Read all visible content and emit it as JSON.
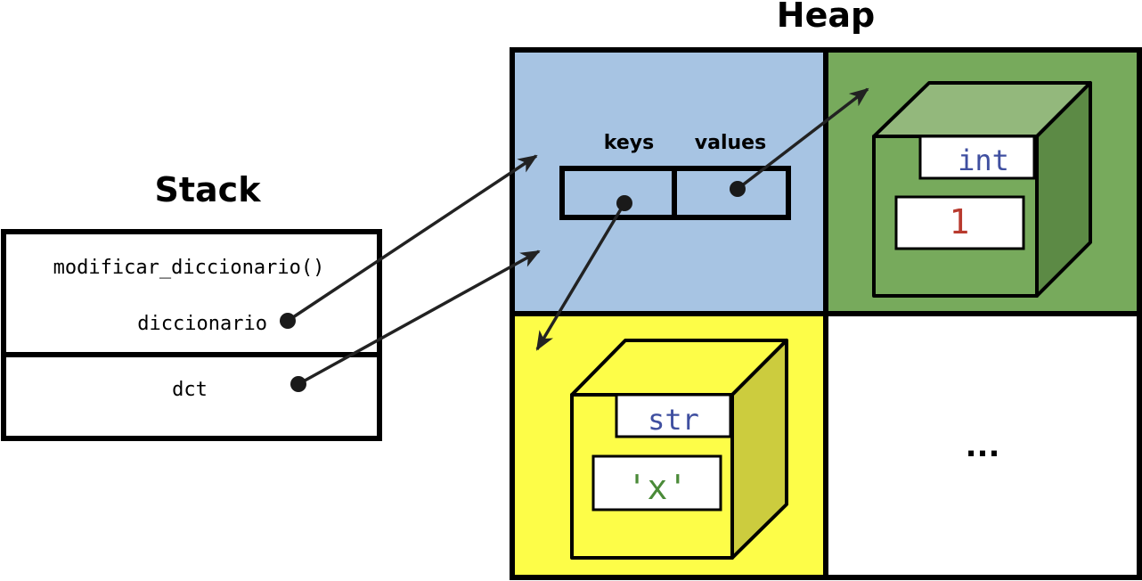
{
  "stack": {
    "title": "Stack",
    "frame_function": "modificar_diccionario()",
    "frame_var": "diccionario",
    "global_var": "dct"
  },
  "heap": {
    "title": "Heap",
    "dict": {
      "keys_label": "keys",
      "values_label": "values"
    },
    "int_object": {
      "type": "int",
      "value": "1"
    },
    "str_object": {
      "type": "str",
      "value": "'x'"
    },
    "empty_cell": "..."
  },
  "colors": {
    "dict_cell": "#a7c4e3",
    "int_cell": "#77aa5c",
    "str_cell": "#fdfd48",
    "type_text": "#3f4fa0",
    "int_value_text": "#b83a2e",
    "str_value_text": "#4a8a38"
  }
}
